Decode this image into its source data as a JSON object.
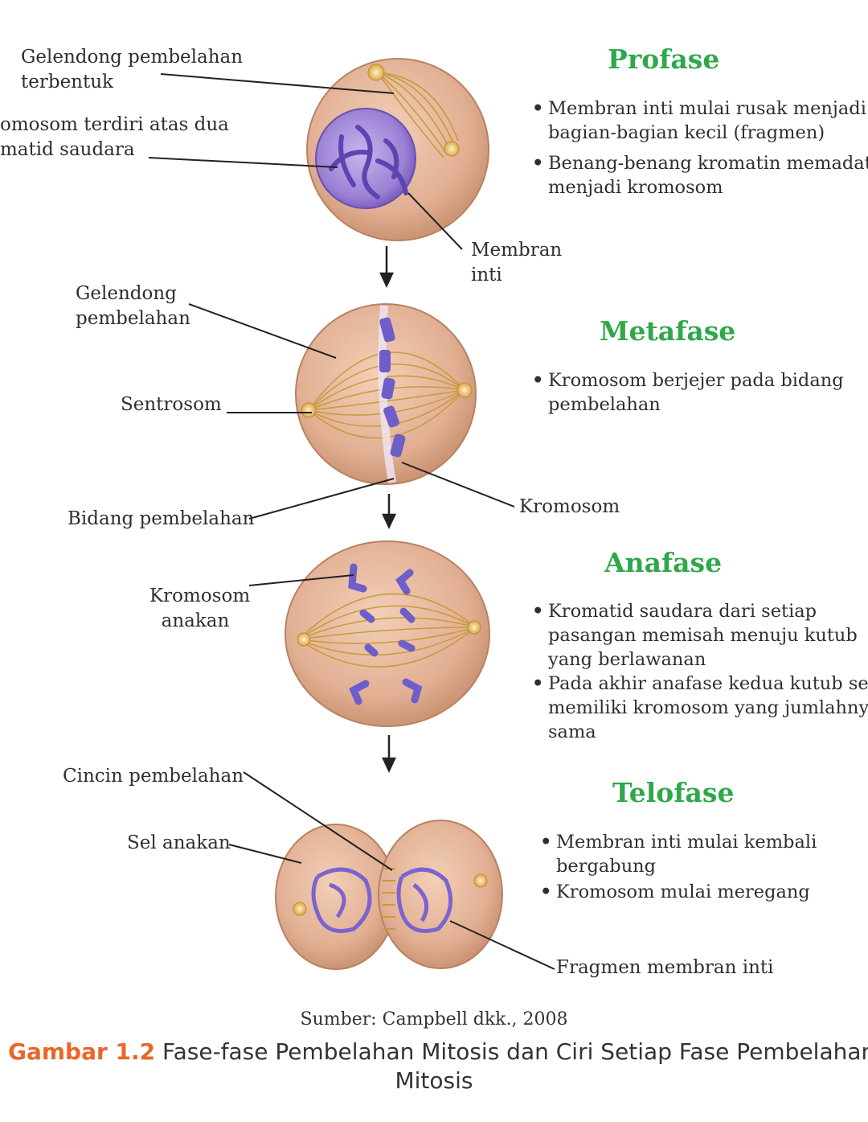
{
  "phases": [
    {
      "title": "Profase",
      "bullets": [
        "Membran inti mulai rusak menjadi\nbagian-bagian kecil (fragmen)",
        "Benang-benang kromatin memadat\nmenjadi kromosom"
      ]
    },
    {
      "title": "Metafase",
      "bullets": [
        "Kromosom berjejer pada bidang\npembelahan"
      ]
    },
    {
      "title": "Anafase",
      "bullets": [
        "Kromatid saudara dari setiap\npasangan memisah menuju kutub\nyang berlawanan",
        "Pada akhir anafase kedua kutub sel\nmemiliki kromosom yang jumlahnya\nsama"
      ]
    },
    {
      "title": "Telofase",
      "bullets": [
        "Membran inti mulai kembali\nbergabung",
        "Kromosom mulai meregang"
      ]
    }
  ],
  "labels": {
    "spindle_formed": "Gelendong pembelahan\nterbentuk",
    "chromosome_two_chromatids": "omosom terdiri atas dua\nmatid saudara",
    "nuclear_membrane": "Membran\ninti",
    "spindle": "Gelendong\npembelahan",
    "centrosome": "Sentrosom",
    "division_plane": "Bidang pembelahan",
    "chromosome": "Kromosom",
    "daughter_chromosome": "Kromosom\n  anakan",
    "cleavage_ring": "Cincin pembelahan",
    "daughter_cell": "Sel anakan",
    "nuclear_fragment": "Fragmen membran inti"
  },
  "source": "Sumber: Campbell dkk., 2008",
  "caption": {
    "number": "Gambar 1.2",
    "text_line1": " Fase-fase Pembelahan Mitosis dan Ciri Setiap Fase Pembelahan",
    "text_line2": "Mitosis"
  },
  "colors": {
    "phase_title": "#2fa84a",
    "caption_number": "#e8672a",
    "cell": "#e4b598",
    "nucleus": "#8d67c6",
    "chromosome": "#6d5ec9",
    "spindle": "#c99a3a"
  }
}
